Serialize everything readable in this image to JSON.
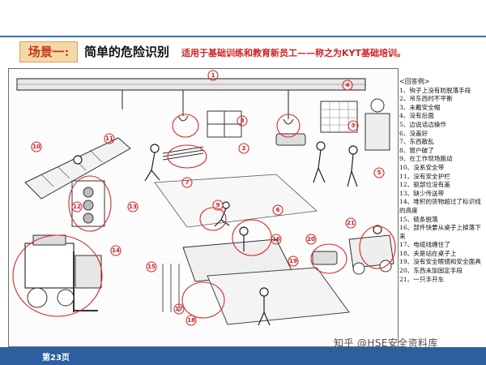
{
  "header": {
    "scene_tag": "场景一:",
    "title": "简单的危险识别",
    "subtitle": "适用于基础训练和教育新员工——称之为KYT基础培训。"
  },
  "illustration": {
    "markers": [
      "1",
      "2",
      "3",
      "4",
      "5",
      "6",
      "7",
      "8",
      "9",
      "10",
      "11",
      "12",
      "13",
      "14",
      "15",
      "16",
      "17",
      "18",
      "19",
      "20",
      "21"
    ]
  },
  "answers": {
    "title": "<回答例>",
    "items": [
      "1、钩子上没有防脱落手段",
      "2、吊东西时不平衡",
      "3、未戴安全帽",
      "4、没有后面",
      "5、边说话边操作",
      "6、没盖好",
      "7、东西散乱",
      "8、窗户破了",
      "9、在工作现场跑动",
      "10、没系安全带",
      "11、没有安全护栏",
      "12、驱部位没有盖",
      "13、缺少传送带",
      "14、堆积的货物超过了标识线的高度",
      "15、链条脱落",
      "16、部件快要从桌子上掉落下来",
      "17、电缆线缠住了",
      "18、夫是站在桌子上",
      "19、没有安全眼镜和安全面具",
      "20、东西未加固定手段",
      "21、一只手开车"
    ]
  },
  "footer": {
    "page": "第23页",
    "watermark": "知乎 @HSE安全资料库"
  }
}
